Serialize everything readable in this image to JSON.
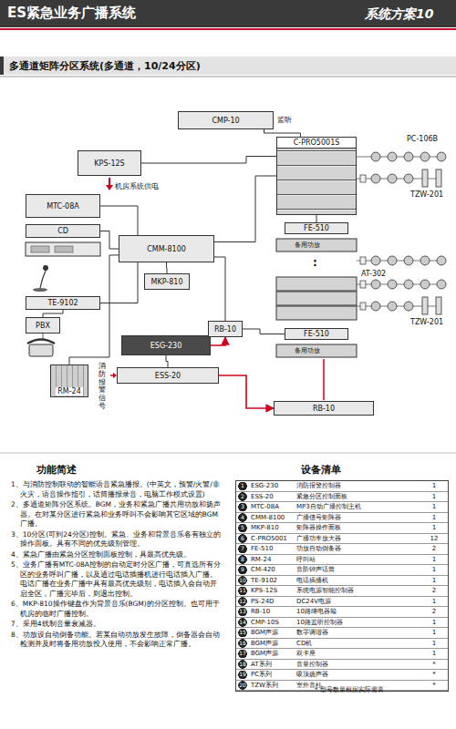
{
  "diagram": {
    "title": "ES紧急业务广播系统",
    "nodes": [
      {
        "text": [
          "CMP-10"
        ]
      },
      {
        "text": [
          "KPS-12S"
        ]
      },
      {
        "text": [
          "MTC-08A"
        ]
      },
      {
        "text": [
          "CD"
        ]
      },
      {
        "text": [
          "CMM-8100"
        ]
      },
      {
        "text": [
          "MKP-810"
        ]
      },
      {
        "text": [
          "TE-9102"
        ]
      },
      {
        "text": [
          "PBX"
        ]
      },
      {
        "text": [
          "RM-24"
        ]
      },
      {
        "text": [
          "ESG-230"
        ]
      },
      {
        "text": [
          "ESS-20"
        ]
      },
      {
        "text": [
          "RB-10"
        ]
      },
      {
        "text": [
          "C-PRO5001S"
        ]
      },
      {
        "text": [
          "FE-510"
        ]
      },
      {
        "text": [
          "FE-510"
        ]
      },
      {
        "text": [
          "RB-10"
        ]
      }
    ],
    "edges": [
      {
        "from": 0,
        "to": 12,
        "arrow": "none"
      },
      {
        "from": 1,
        "to": 12,
        "arrow": "none"
      },
      {
        "from": 2,
        "to": 4,
        "arrow": "none"
      },
      {
        "from": 3,
        "to": 4,
        "arrow": "none"
      },
      {
        "from": 4,
        "to": 5,
        "arrow": "none"
      },
      {
        "from": 4,
        "to": 12,
        "arrow": "none"
      },
      {
        "from": 4,
        "to": 11,
        "arrow": "none"
      },
      {
        "from": 6,
        "to": 4,
        "arrow": "none"
      },
      {
        "from": 7,
        "to": 6,
        "arrow": "none"
      },
      {
        "from": 8,
        "to": 4,
        "arrow": "none"
      },
      {
        "from": 9,
        "to": 10,
        "arrow": "none"
      },
      {
        "from": 9,
        "to": 11,
        "arrow": "to"
      },
      {
        "from": 10,
        "to": 15,
        "arrow": "to"
      },
      {
        "from": 12,
        "to": 13,
        "arrow": "none"
      },
      {
        "from": 11,
        "to": 14,
        "arrow": "none"
      }
    ],
    "labels": [
      "系统方案10",
      "多通道矩阵分区系统(多通道，10/24分区)",
      "监听",
      "机房系统供电",
      "消防报警信号",
      "备用功放",
      "备用功放",
      ":",
      "PC-106B",
      "TZW-201",
      "TZW-201",
      "AT-302",
      "功能简述",
      "1、与消防控制联动的智能语音紧急播报。(中英文，预警/火警/非火灾，语音操作指引，话筒播报录音，电脑工作模式设置)",
      "2、多通道矩阵分区系统。BGM，业务和紧急广播共用功放和扬声器。在对某分区进行紧急和业务呼叫不会影响其它区域的BGM广播。",
      "3、10分区(可到24分区)控制。紧急、业务和背景音乐各有独立的操作面板。具有不同的优先级别管理。",
      "4、紧急广播由紧急分区控制面板控制，具最高优先级。",
      "5、业务广播有MTC-08A控制的自动定时分区广播，可直选所有分区的业务呼叫广播，以及通过电话插播机进行电话插入广播。电话广播在业务广播中具有最高优先级别，电话插入会自动开启全区，广播完毕后，则退出控制。",
      "6、MKP-810操作键盘作为背景音乐(BGM)的分区控制。也可用于机房的临时广播控制。",
      "7、采用4线制音量衰减器。",
      "8、功放设自动倒备功能。若某自动功放发生故障，倒备器会自动检测并及时将备用功放投入使用，不会影响正常广播。",
      "设备清单",
      "1",
      "ESG-230",
      "消防报警控制器",
      "1",
      "2",
      "ESS-20",
      "紧急分区控制面板",
      "1",
      "3",
      "MTC-08A",
      "MP3自动广播控制主机",
      "1",
      "4",
      "CMM-8100",
      "广播信号矩阵器",
      "1",
      "5",
      "MKP-810",
      "矩阵器操作面板",
      "1",
      "6",
      "C-PRO5001",
      "广播功率放大器",
      "12",
      "7",
      "FE-510",
      "功放自动倒备器",
      "2",
      "8",
      "RM-24",
      "呼叫站",
      "1",
      "9",
      "CM-420",
      "音阶钟声话筒",
      "1",
      "10",
      "TE-9102",
      "电话插播机",
      "1",
      "11",
      "KPS-12S",
      "系统电源智能控制器",
      "2",
      "12",
      "PS-24D",
      "DC24V电源",
      "1",
      "13",
      "RB-10",
      "10路继电器箱",
      "2",
      "14",
      "CMP-10S",
      "10路监听控制器",
      "1",
      "15",
      "BGM声源",
      "数字调谐器",
      "1",
      "16",
      "BGM声源",
      "CD机",
      "1",
      "17",
      "BGM声源",
      "双卡座",
      "1",
      "18",
      "AT系列",
      "音量控制器",
      "*",
      "19",
      "PC系列",
      "吸顶扬声器",
      "*",
      "20",
      "TZW系列",
      "室外音柱",
      "*",
      "* 型号数量根据实际需要"
    ]
  }
}
